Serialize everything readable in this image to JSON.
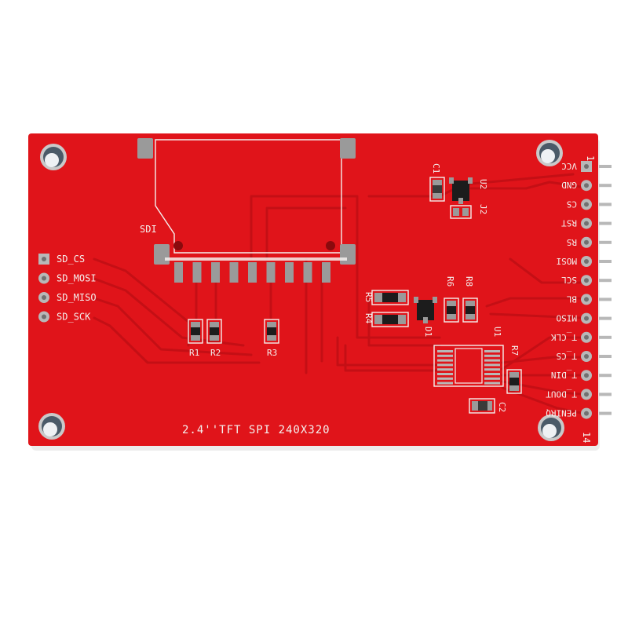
{
  "colors": {
    "board": "#e0141a",
    "board_dark": "#b80a10",
    "trace": "#c40f15",
    "silkscreen": "#f4f0ee",
    "pad": "#9a9a9a",
    "pin": "#b8b8b8",
    "chip": "#1c1c1c"
  },
  "board": {
    "title": "2.4''TFT SPI 240X320",
    "card_slot_label": "SDI",
    "pin_start_label": "1",
    "pin_end_label": "14"
  },
  "pin_header": [
    "VCC",
    "GND",
    "CS",
    "RST",
    "RS",
    "MOSI",
    "SCL",
    "BL",
    "MISO",
    "T_CLK",
    "T_CS",
    "T_DIN",
    "T_DOUT",
    "PENIRQ"
  ],
  "sd_header": [
    "SD_CS",
    "SD_MOSI",
    "SD_MISO",
    "SD_SCK"
  ],
  "components": {
    "r1": "R1",
    "r2": "R2",
    "r3": "R3",
    "r4": "R4",
    "r5": "R5",
    "r6": "R6",
    "r7": "R7",
    "r8": "R8",
    "c1": "C1",
    "c2": "C2",
    "d1": "D1",
    "u1": "U1",
    "u2": "U2",
    "j2": "J2"
  }
}
